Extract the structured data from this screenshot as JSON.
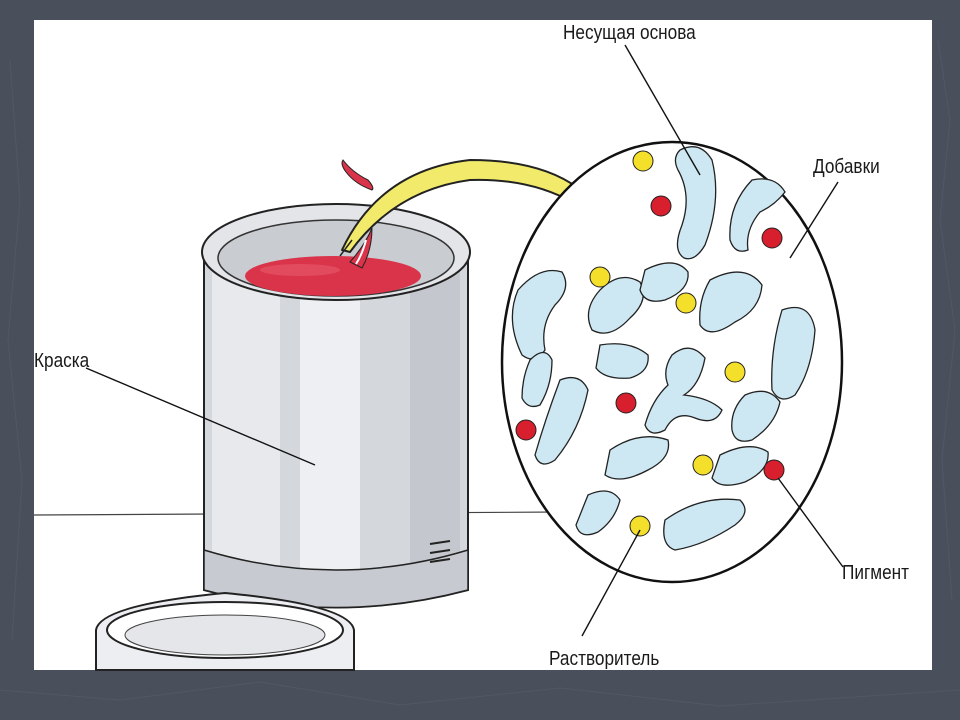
{
  "labels": {
    "carrier_base": "Несущая основа",
    "additives": "Добавки",
    "paint": "Краска",
    "pigment": "Пигмент",
    "solvent": "Растворитель"
  },
  "colors": {
    "slide_background": "#4a4f5c",
    "panel": "#ffffff",
    "paint_red": "#d9344a",
    "pigment_red": "#d81f2d",
    "solvent_yellow": "#f4df2a",
    "arrow_yellow": "#f2ea6b",
    "carrier_blue": "#cde8f3"
  }
}
